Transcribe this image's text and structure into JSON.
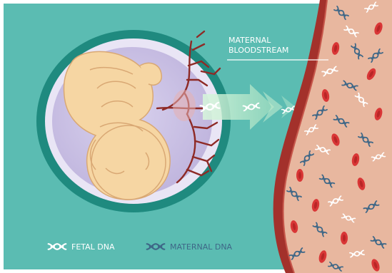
{
  "labels": {
    "bloodstream_line1": "MATERNAL",
    "bloodstream_line2": "BLOODSTREAM"
  },
  "legend": {
    "fetal": "FETAL DNA",
    "maternal": "MATERNAL DNA"
  },
  "colors": {
    "background": "#5bbcb2",
    "frame": "#ffffff",
    "uterus_ring": "#1f8a7f",
    "amniotic": "#cfc8e6",
    "fetus": "#f6d6a3",
    "fetus_outline": "#d9a874",
    "vessel_wall": "#a3312b",
    "vessel_fill": "#e8b79f",
    "red_cell": "#d93636",
    "fetal_dna": "#ffffff",
    "maternal_dna": "#3e6787",
    "arrow": "#c9efd2"
  },
  "icons": [
    "fetus-illustration",
    "placenta-vessels",
    "dna-helix-icon",
    "red-blood-cell-icon",
    "transfer-arrow-icon"
  ]
}
